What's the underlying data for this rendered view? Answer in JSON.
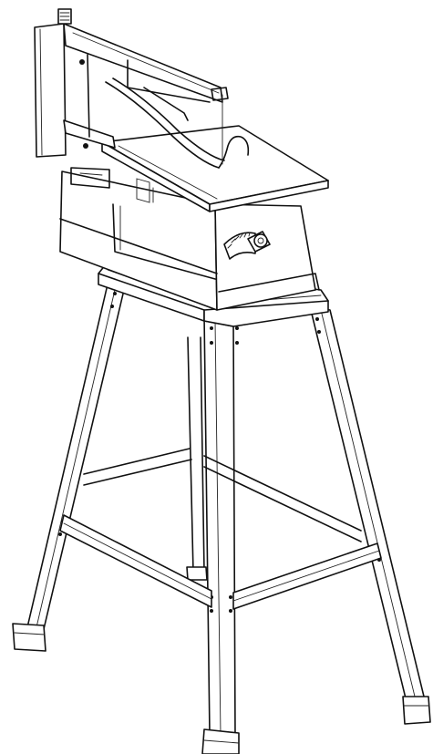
{
  "figure": {
    "subject": "scroll-saw-on-stand-icon",
    "ink_color": "#111111",
    "paper_color": "#ffffff"
  },
  "parts": {
    "upper_arm": "upper-arm-icon",
    "tension_knob": "tension-knob-icon",
    "blade_guard": "blade-guard-icon",
    "table": "table-icon",
    "tilt_scale": "tilt-scale-icon",
    "lock_knob": "table-lock-knob-icon",
    "base_housing": "base-housing-icon",
    "stand_top": "stand-top-frame-icon",
    "legs": [
      "front-left-leg",
      "front-right-leg",
      "rear-left-leg",
      "rear-right-leg"
    ],
    "stretchers": "leg-stretcher-icon",
    "feet": "rubber-foot-icon"
  }
}
